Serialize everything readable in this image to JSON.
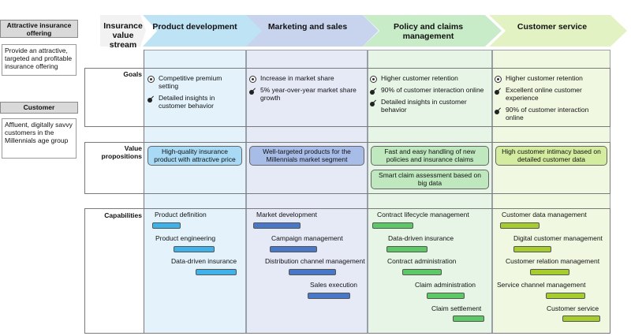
{
  "left_boxes": [
    {
      "title": "Attractive insurance offering",
      "body": "Provide an attractive, targeted and profitable insurance offering"
    },
    {
      "title": "Customer",
      "body": "Affluent, digitally savvy customers in the Millennials age group"
    }
  ],
  "stream": {
    "header": "Insurance value stream",
    "stages": [
      {
        "name": "Product development",
        "color": "#bde3f5"
      },
      {
        "name": "Marketing and sales",
        "color": "#c8d4ee"
      },
      {
        "name": "Policy and claims management",
        "color": "#c8ebc8"
      },
      {
        "name": "Customer service",
        "color": "#e2f2c3"
      }
    ]
  },
  "rows": {
    "goals": "Goals",
    "value_propositions": "Value propositions",
    "capabilities": "Capabilities"
  },
  "goals": [
    [
      "Competitive premium setting",
      "Detailed insights in customer behavior"
    ],
    [
      "Increase in market share",
      "5% year-over-year market share growth"
    ],
    [
      "Higher customer retention",
      "90% of customer interaction online",
      "Detailed insights in customer behavior"
    ],
    [
      "Higher customer retention",
      "Excellent online customer experience",
      "90% of customer interaction online"
    ]
  ],
  "value_propositions": [
    [
      "High-quality insurance product with attractive price"
    ],
    [
      "Well-targeted products for the Millennials market segment"
    ],
    [
      "Fast and easy handling of new policies and insurance claims",
      "Smart claim assessment based on big data"
    ],
    [
      "High customer intimacy based on detailed customer data"
    ]
  ],
  "capabilities": [
    [
      "Product definition",
      "Product engineering",
      "Data-driven insurance"
    ],
    [
      "Market development",
      "Campaign management",
      "Distribution channel management",
      "Sales execution"
    ],
    [
      "Contract lifecycle management",
      "Data-driven insurance",
      "Contract administration",
      "Claim administration",
      "Claim settlement"
    ],
    [
      "Customer data management",
      "Digital customer management",
      "Customer relation management",
      "Service channel management",
      "Customer service"
    ]
  ],
  "colors": {
    "cap": [
      "#3fb2ea",
      "#4a78c8",
      "#5cc866",
      "#a6cc2e"
    ],
    "vp": [
      "#a8daf5",
      "#a8bce8",
      "#bfe8bf",
      "#d4eca0"
    ],
    "col_bg": [
      "#e4f3fb",
      "#e6eaf7",
      "#e7f5e7",
      "#f1f8e2"
    ]
  }
}
